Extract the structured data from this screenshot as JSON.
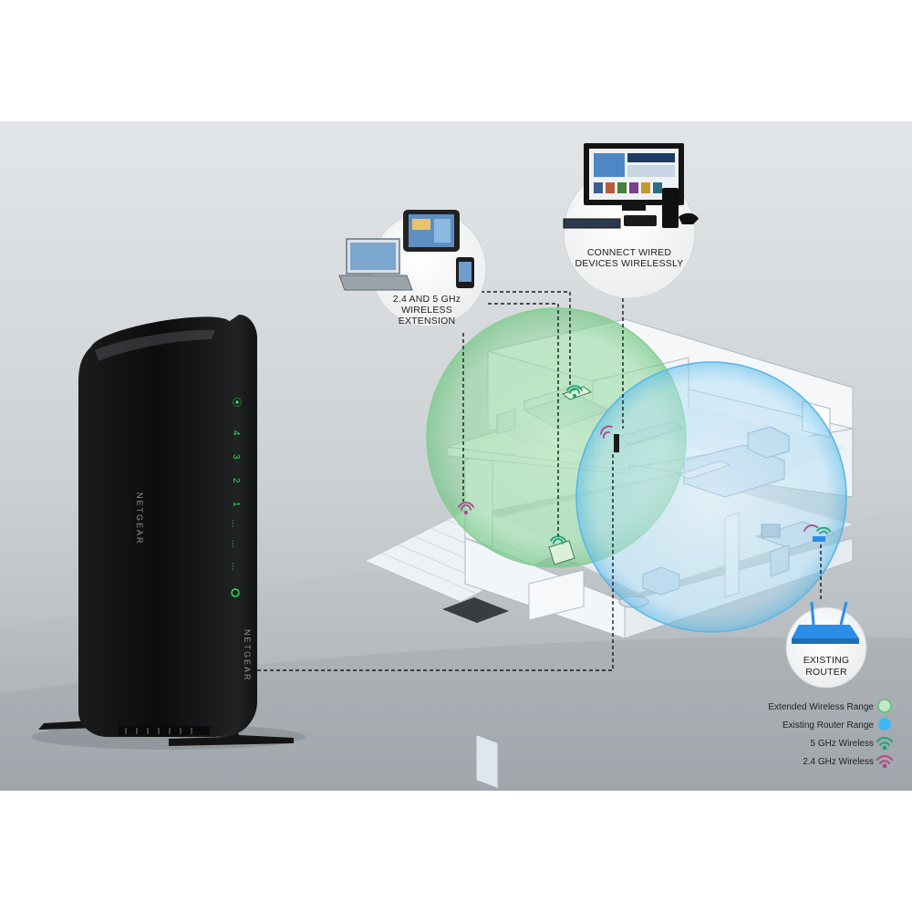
{
  "colors": {
    "background_top": "#dcdfe1",
    "background_bottom": "#aab0b4",
    "extended_range": "#7fcf8f",
    "router_range": "#3fb7f0",
    "wifi_5ghz": "#1fa37a",
    "wifi_24ghz": "#b0488a",
    "led_green": "#2fe05a",
    "router_blue": "#2a8ee8"
  },
  "device": {
    "brand_top": "NETGEAR",
    "brand_bottom": "NETGEAR",
    "port_labels": [
      "4",
      "3",
      "2",
      "1"
    ]
  },
  "callouts": {
    "wireless_extension": {
      "line1": "2.4 AND 5 GHz",
      "line2": "WIRELESS",
      "line3": "EXTENSION"
    },
    "wired_devices": {
      "line1": "CONNECT WIRED",
      "line2": "DEVICES WIRELESSLY"
    },
    "existing_router": {
      "line1": "EXISTING",
      "line2": "ROUTER"
    }
  },
  "legend": {
    "extended_range": {
      "label": "Extended Wireless Range",
      "icon": "green-circle-icon"
    },
    "router_range": {
      "label": "Existing Router Range",
      "icon": "blue-circle-icon"
    },
    "wifi_5ghz": {
      "label": "5 GHz Wireless",
      "icon": "wifi-icon"
    },
    "wifi_24ghz": {
      "label": "2.4 GHz Wireless",
      "icon": "wifi-icon"
    }
  }
}
